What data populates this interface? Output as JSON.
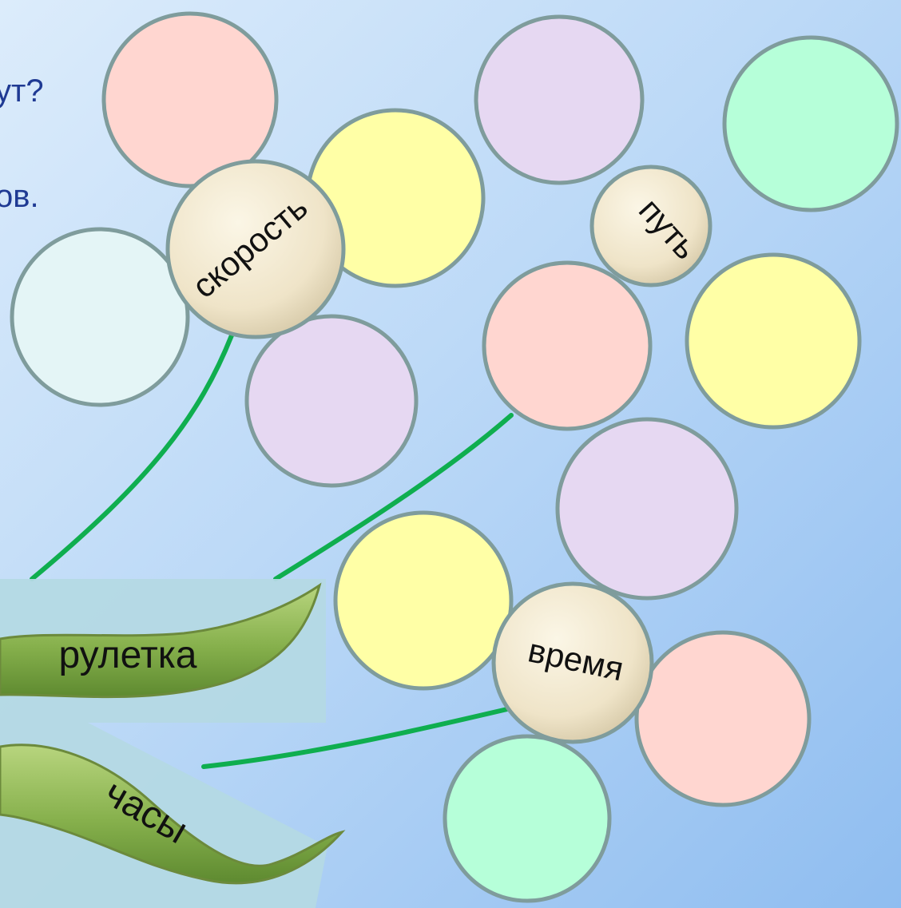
{
  "question_line_1": "ут?",
  "question_line_2": "ов.",
  "flowers": {
    "speed": {
      "label": "скорость"
    },
    "path": {
      "label": "путь"
    },
    "time": {
      "label": "время"
    }
  },
  "leaves": {
    "tape_measure": {
      "label": "рулетка"
    },
    "clock": {
      "label": "часы"
    }
  },
  "colors": {
    "pink": "#ffd6d0",
    "yellow": "#ffffa6",
    "lilac": "#e6d8f2",
    "mint": "#b6ffd9",
    "light_cyan": "#e4f5f6",
    "center": "#efe6d0",
    "stem": "#0fae4f",
    "leaf": "#8fb95a",
    "question_text": "#1f3a93"
  }
}
